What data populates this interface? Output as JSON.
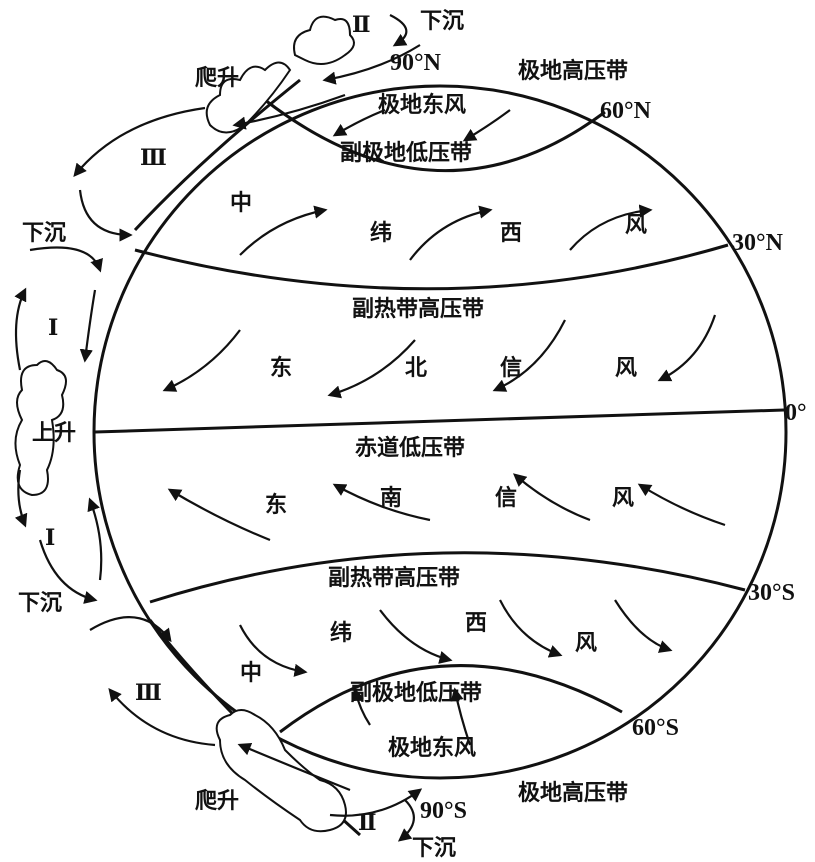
{
  "labels": {
    "north_polar_sink": "下沉",
    "lat_90n": "90°N",
    "north_polar_high": "极地高压带",
    "lat_60n": "60°N",
    "north_polar_easterlies": "极地东风",
    "north_subpolar_low": "副极地低压带",
    "north_climb": "爬升",
    "north_cell_ii": "Ⅱ",
    "north_cell_iii": "Ⅲ",
    "north_mid_sink": "下沉",
    "north_westerlies": [
      "中",
      "纬",
      "西",
      "风"
    ],
    "lat_30n": "30°N",
    "north_subtropical_high": "副热带高压带",
    "northeast_trades": [
      "东",
      "北",
      "信",
      "风"
    ],
    "north_cell_i": "Ⅰ",
    "equator_rise": "上升",
    "lat_0": "0°",
    "equatorial_low": "赤道低压带",
    "southeast_trades": [
      "东",
      "南",
      "信",
      "风"
    ],
    "south_cell_i": "Ⅰ",
    "south_mid_sink": "下沉",
    "lat_30s": "30°S",
    "south_subtropical_high": "副热带高压带",
    "south_westerlies": [
      "中",
      "纬",
      "西",
      "风"
    ],
    "south_cell_iii": "Ⅲ",
    "lat_60s": "60°S",
    "south_subpolar_low": "副极地低压带",
    "south_polar_easterlies": "极地东风",
    "south_climb": "爬升",
    "south_cell_ii": "Ⅱ",
    "lat_90s": "90°S",
    "south_polar_high": "极地高压带",
    "south_polar_sink": "下沉"
  }
}
